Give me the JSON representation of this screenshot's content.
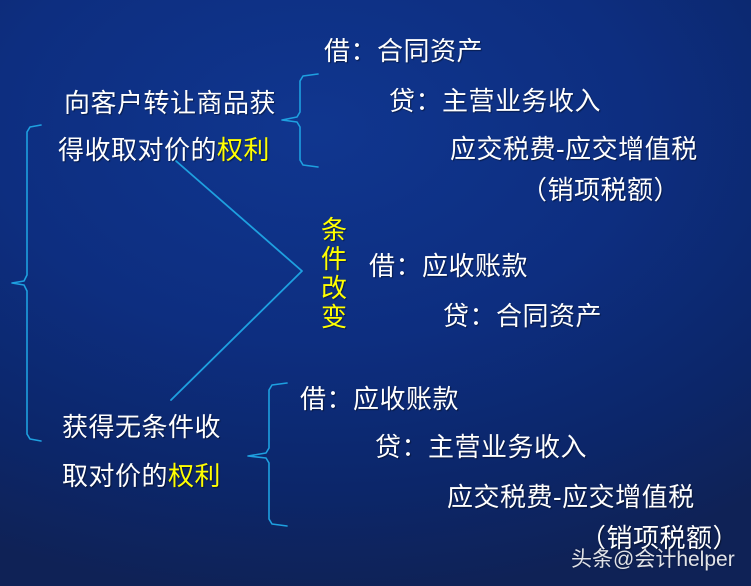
{
  "slide": {
    "background_color": "#0d2e80",
    "accent_color": "#1ea0e0",
    "text_color": "#ffffff",
    "highlight_color": "#ffff00"
  },
  "branches": {
    "top": {
      "label_line1": "向客户转让商品获",
      "label_line2_plain": "得收取对价的",
      "label_line2_highlight": "权利",
      "entries": [
        "借：合同资产",
        "贷：主营业务收入",
        "应交税费-应交增值税",
        "（销项税额）"
      ]
    },
    "middle": {
      "vertical_label": "条件改变",
      "entries": [
        "借：应收账款",
        "贷：合同资产"
      ]
    },
    "bottom": {
      "label_line1": "获得无条件收",
      "label_line2_plain": "取对价的",
      "label_line2_highlight": "权利",
      "entries": [
        "借：应收账款",
        "贷：主营业务收入",
        "应交税费-应交增值税",
        "（销项税额）"
      ]
    }
  },
  "watermark": {
    "text": "头条@会计helper"
  }
}
